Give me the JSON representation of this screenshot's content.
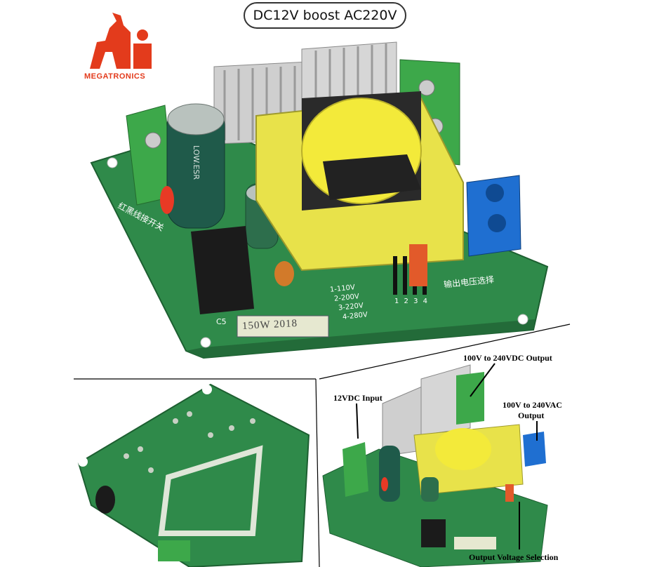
{
  "title": "DC12V boost AC220V",
  "logo": {
    "text": "MEGATRONICS"
  },
  "board_main": {
    "labels": {
      "lowesr": "LOW.ESR",
      "model": "150W 2018",
      "c5": "C5",
      "sel1": "1-110V",
      "sel2": "2-200V",
      "sel3": "3-220V",
      "sel4": "4-280V",
      "pins": "1 2 3 4",
      "cn_select": "输出电压选择",
      "cn_left": "红黑线接开关"
    }
  },
  "callouts": {
    "dc_out": "100V to 240VDC Output",
    "dc_in": "12VDC Input",
    "ac_out_line1": "100V to 240VAC",
    "ac_out_line2": "Output",
    "selection": "Output Voltage Selection"
  },
  "colors": {
    "pcb": "#2f8a4a",
    "transformer": "#e8e24a",
    "terminal_blue": "#1f6fd1",
    "heatsink": "#c9c9c9",
    "logo_red": "#e33b1c"
  }
}
